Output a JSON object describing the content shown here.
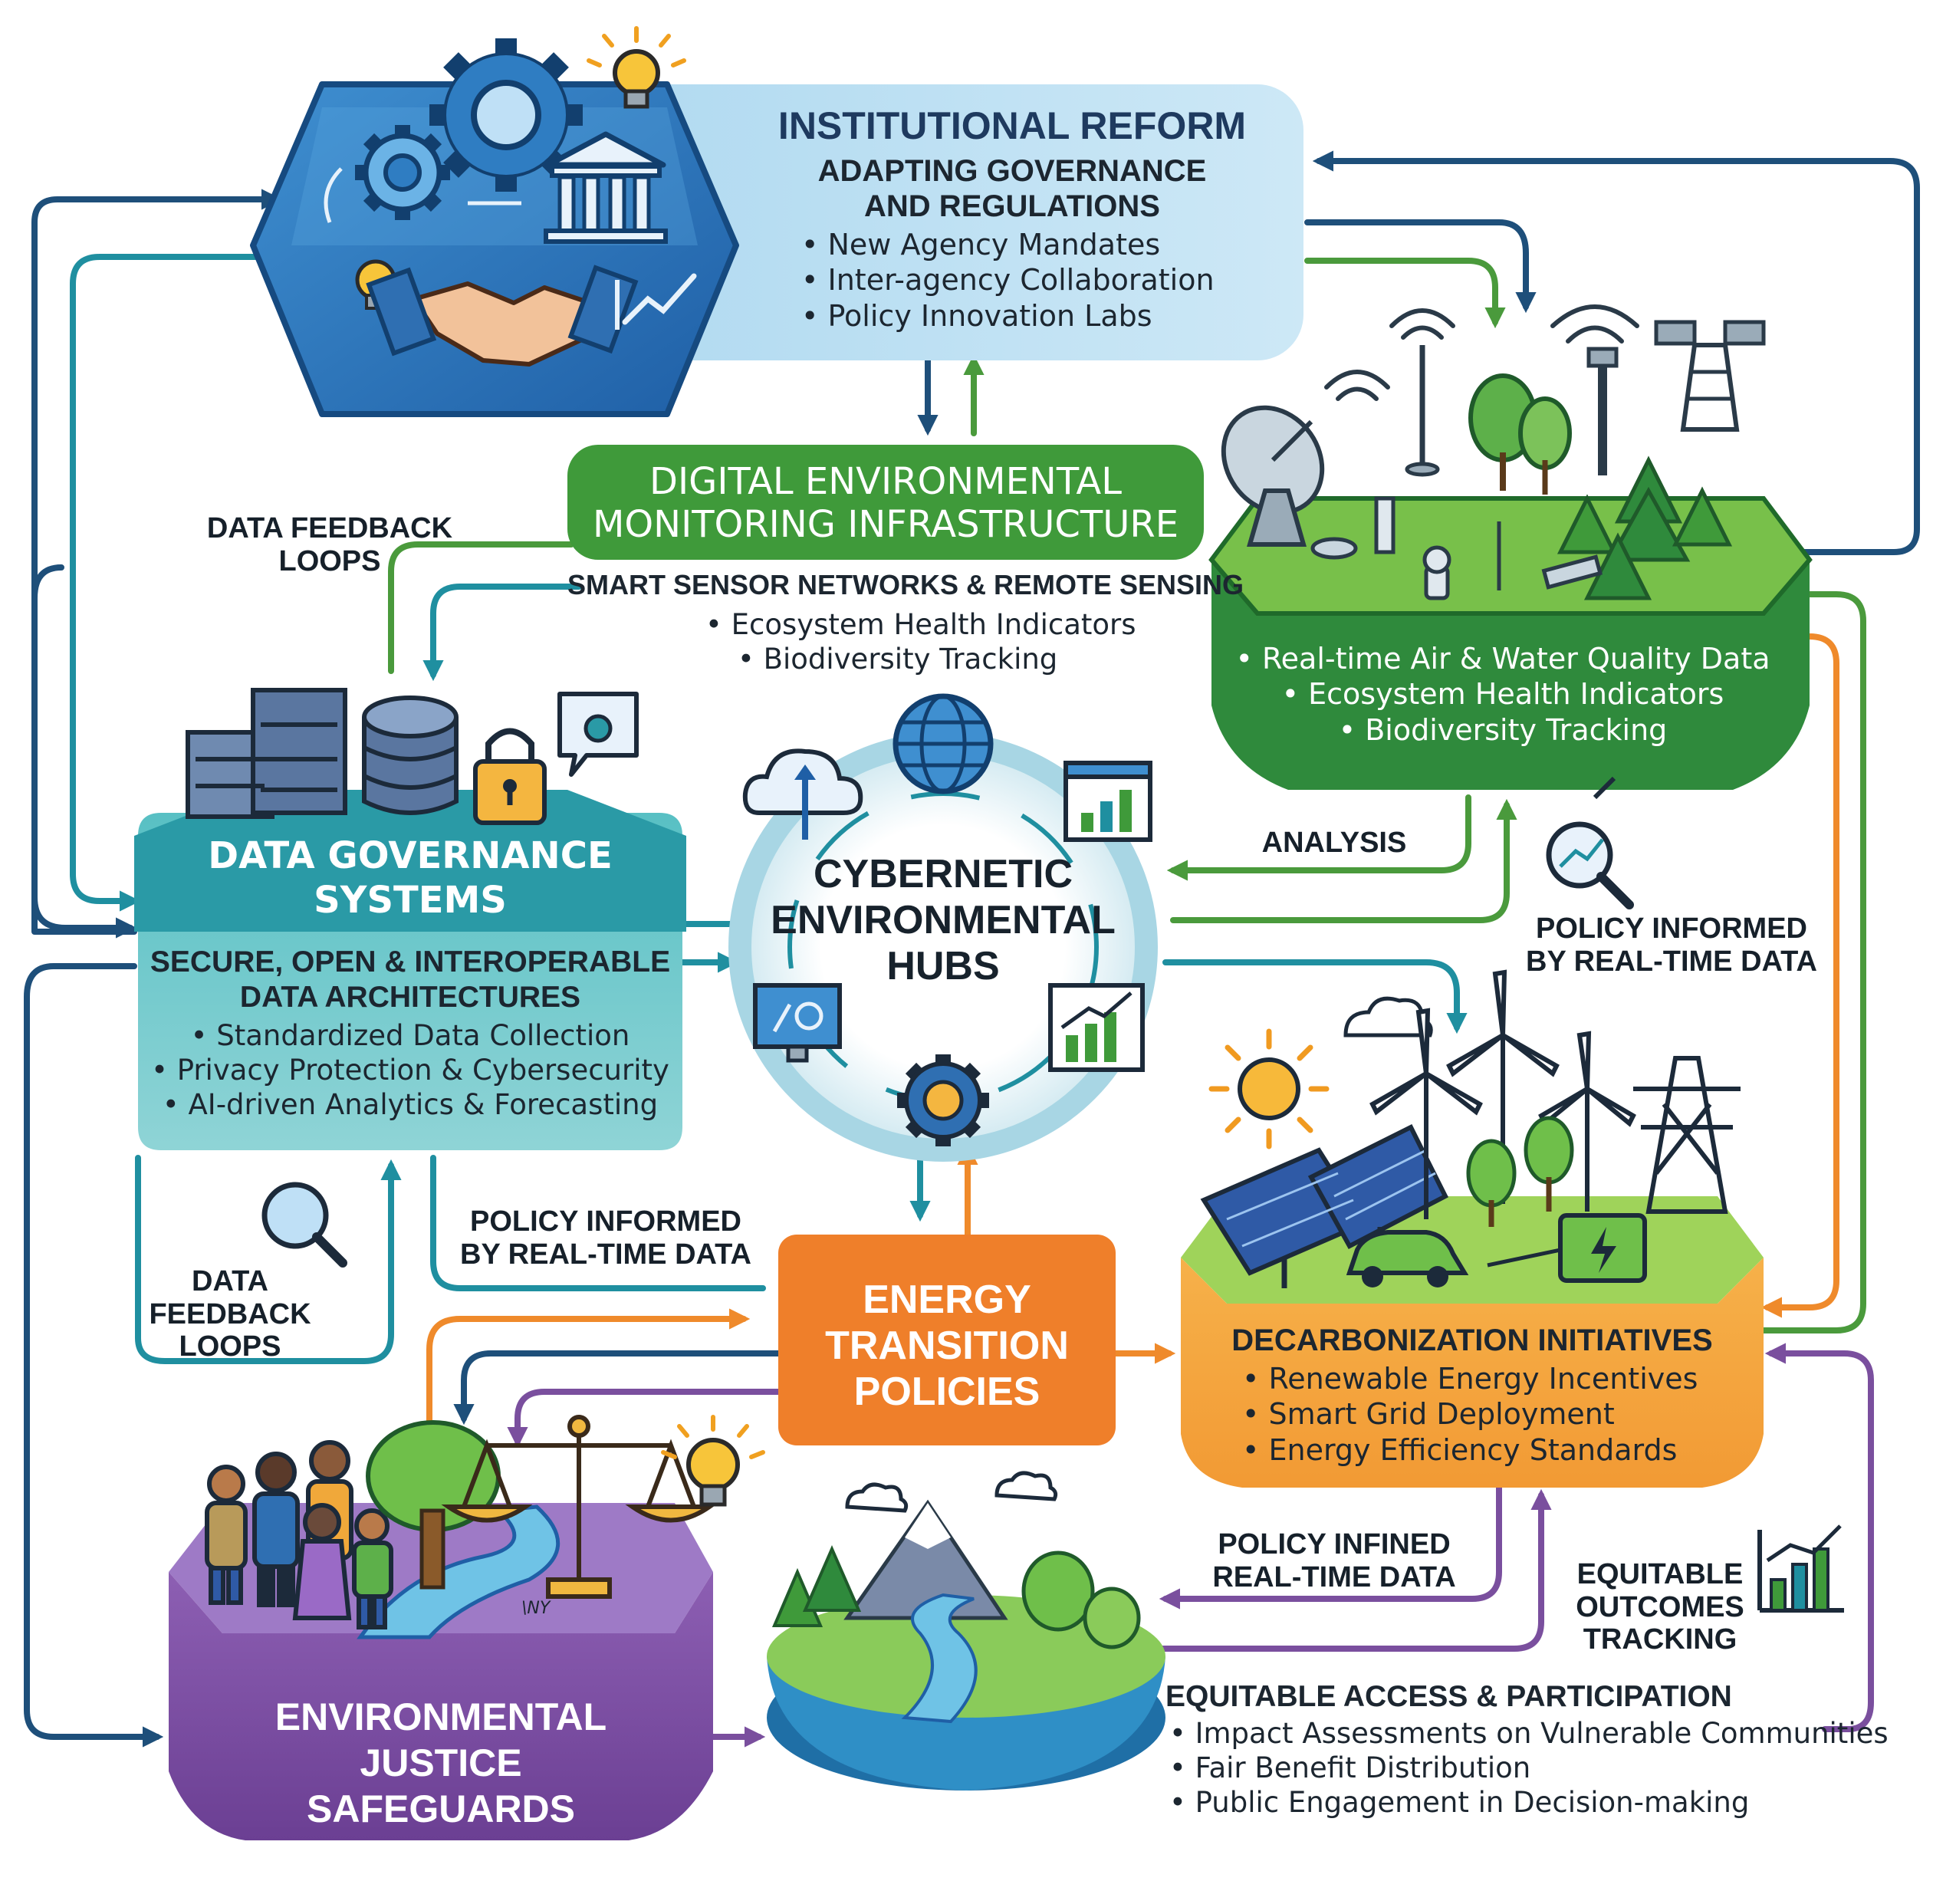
{
  "colors": {
    "navy": "#1e4f7a",
    "teal": "#1f8fa0",
    "green": "#4a9a3c",
    "orange": "#ef8a2b",
    "purple": "#7a4f9e",
    "hub_text": "#17222c"
  },
  "institutional": {
    "title": "INSTITUTIONAL REFORM",
    "subtitle_1": "ADAPTING GOVERNANCE",
    "subtitle_2": "AND REGULATIONS",
    "bullets": [
      "New Agency Mandates",
      "Inter-agency Collaboration",
      "Policy Innovation Labs"
    ]
  },
  "monitoring": {
    "title_1": "DIGITAL ENVIRONMENTAL",
    "title_2": "MONITORING INFRASTRUCTURE",
    "subtitle": "SMART SENSOR NETWORKS & REMOTE SENSING",
    "bullets": [
      "Ecosystem Health Indicators",
      "Biodiversity Tracking"
    ],
    "island_bullets": [
      "Real-time Air & Water Quality Data",
      "Ecosystem Health Indicators",
      "Biodiversity Tracking"
    ]
  },
  "data_governance": {
    "title_1": "DATA GOVERNANCE",
    "title_2": "SYSTEMS",
    "subtitle_1": "SECURE, OPEN & INTEROPERABLE",
    "subtitle_2": "DATA ARCHITECTURES",
    "bullets": [
      "Standardized Data Collection",
      "Privacy Protection & Cybersecurity",
      "AI-driven Analytics & Forecasting"
    ]
  },
  "hub": {
    "line_1": "CYBERNETIC",
    "line_2": "ENVIRONMENTAL",
    "line_3": "HUBS"
  },
  "energy": {
    "line_1": "ENERGY",
    "line_2": "TRANSITION",
    "line_3": "POLICIES"
  },
  "decarbonization": {
    "title": "DECARBONIZATION INITIATIVES",
    "bullets": [
      "Renewable Energy Incentives",
      "Smart Grid Deployment",
      "Energy Efficiency Standards"
    ]
  },
  "justice": {
    "line_1": "ENVIRONMENTAL",
    "line_2": "JUSTICE",
    "line_3": "SAFEGUARDS",
    "sign_text": "\\NY"
  },
  "equitable": {
    "title": "EQUITABLE ACCESS & PARTICIPATION",
    "bullets": [
      "Impact Assessments on Vulnerable Communities",
      "Fair Benefit Distribution",
      "Public Engagement in Decision-making"
    ]
  },
  "labels": {
    "data_feedback_top_1": "DATA FEEDBACK",
    "data_feedback_top_2": "LOOPS",
    "analysis": "ANALYSIS",
    "policy_right_1": "POLICY INFORMED",
    "policy_right_2": "BY REAL-TIME DATA",
    "policy_mid_1": "POLICY INFORMED",
    "policy_mid_2": "BY REAL-TIME DATA",
    "data_feedback_left_1": "DATA",
    "data_feedback_left_2": "FEEDBACK",
    "data_feedback_left_3": "LOOPS",
    "policy_infined_1": "POLICY INFINED",
    "policy_infined_2": "REAL-TIME DATA",
    "equitable_tracking_1": "EQUITABLE",
    "equitable_tracking_2": "OUTCOMES",
    "equitable_tracking_3": "TRACKING"
  },
  "icons": [
    "gear-icon",
    "lightbulb-icon",
    "bank-icon",
    "handshake-icon",
    "trend-icon",
    "satellite-dish-icon",
    "wifi-icon",
    "tree-icon",
    "wind-vane-icon",
    "tower-icon",
    "server-icon",
    "database-icon",
    "padlock-icon",
    "globe-icon",
    "cloud-upload-icon",
    "bar-chart-icon",
    "monitor-icon",
    "magnifier-icon",
    "sun-icon",
    "solar-panel-icon",
    "wind-turbine-icon",
    "electric-car-icon",
    "battery-icon",
    "people-icon",
    "scales-icon",
    "mountain-icon"
  ]
}
